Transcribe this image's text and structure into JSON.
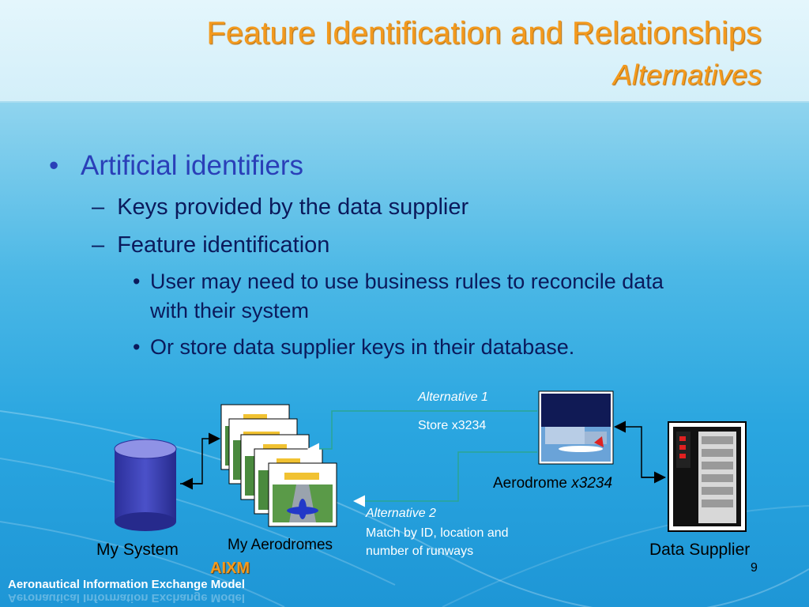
{
  "slide": {
    "title": "Feature Identification and Relationships",
    "subtitle": "Alternatives",
    "bullets": {
      "l1": "Artificial identifiers",
      "l2a": "Keys provided by the data supplier",
      "l2b": "Feature identification",
      "l3a_line1": "User may need to use business rules to reconcile data",
      "l3a_line2": "with their system",
      "l3b": "Or store data supplier keys in their database.",
      "dot": "•",
      "dash": "–"
    },
    "diagram": {
      "alt1_title": "Alternative 1",
      "alt1_text": "Store x3234",
      "alt2_title": "Alternative 2",
      "alt2_line1": "Match by ID, location and",
      "alt2_line2": "number of runways",
      "aerodrome_label": "Aerodrome ",
      "aerodrome_id": "x3234",
      "my_system": "My System",
      "my_aerodromes": "My Aerodromes",
      "data_supplier": "Data Supplier"
    },
    "footer": {
      "logo": "AIXM",
      "org": "Aeronautical Information Exchange Model",
      "page": "9"
    },
    "colors": {
      "title": "#f39a1e",
      "bullet_l1": "#2a3fb8",
      "bullet_text": "#0b1a5c",
      "connector": "#2aa594"
    }
  }
}
